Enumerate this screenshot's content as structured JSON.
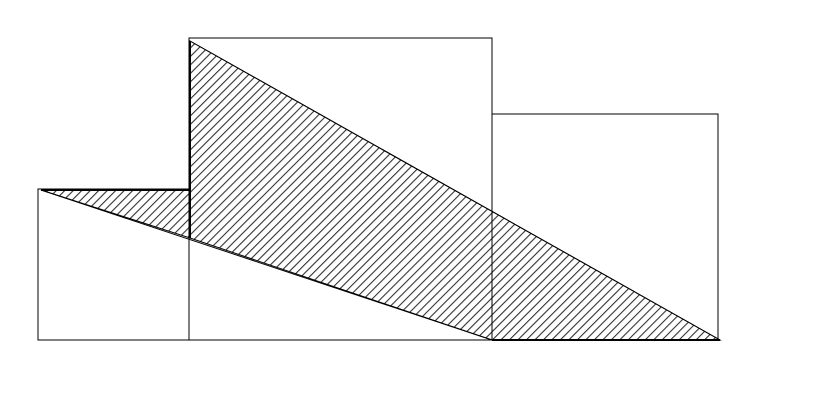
{
  "figure": {
    "description_visible_text": "",
    "colors": {
      "background": "#ffffff",
      "stroke": "#000000",
      "hatch": "#333333"
    },
    "shapes": [
      {
        "name": "square-small",
        "kind": "square",
        "label": ""
      },
      {
        "name": "square-large",
        "kind": "square",
        "label": ""
      },
      {
        "name": "square-medium",
        "kind": "square",
        "label": ""
      }
    ],
    "shaded_regions": [
      {
        "name": "shaded-region-left",
        "pattern": "diagonal-hatch"
      },
      {
        "name": "shaded-region-main",
        "pattern": "diagonal-hatch"
      }
    ]
  }
}
